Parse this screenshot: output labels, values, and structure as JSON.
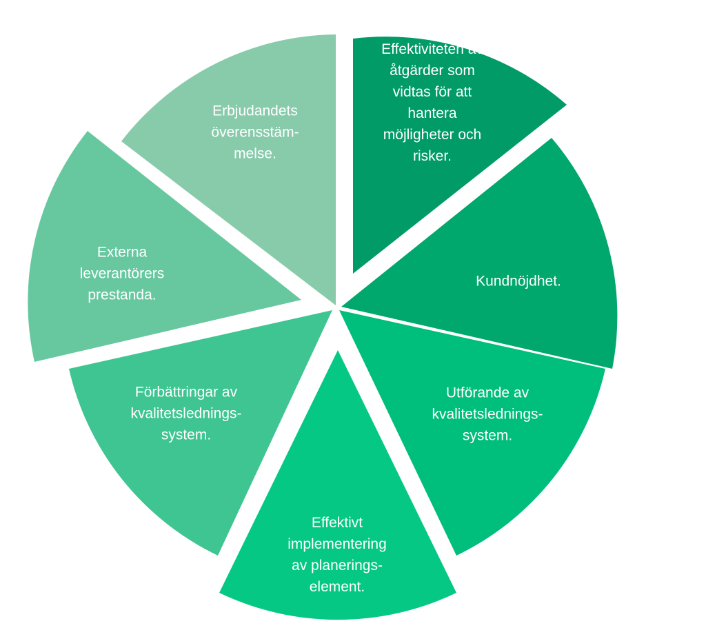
{
  "segments": [
    {
      "id": "effektiviteten",
      "color": "#009b67",
      "lines": [
        "Effektiviteten av",
        "åtgärder som",
        "vidtas för att",
        "hantera",
        "möjligheter och",
        "risker."
      ]
    },
    {
      "id": "kundnojdhet",
      "color": "#00a86e",
      "lines": [
        "Kundnöjdhet."
      ]
    },
    {
      "id": "utforande",
      "color": "#00be7c",
      "lines": [
        "Utförande av",
        "kvalitetslednings-",
        "system."
      ]
    },
    {
      "id": "effektivt-implementering",
      "color": "#05c885",
      "lines": [
        "Effektivt",
        "implementering",
        "av planerings-",
        "element."
      ]
    },
    {
      "id": "forbattringar",
      "color": "#3ec592",
      "lines": [
        "Förbättringar av",
        "kvalitetslednings-",
        "system."
      ]
    },
    {
      "id": "externa",
      "color": "#67c8a0",
      "lines": [
        "Externa",
        "leverantörers",
        "prestanda."
      ]
    },
    {
      "id": "erbjudandets",
      "color": "#88cbab",
      "lines": [
        "Erbjudandets",
        "överensstäm-",
        "melse."
      ]
    }
  ]
}
